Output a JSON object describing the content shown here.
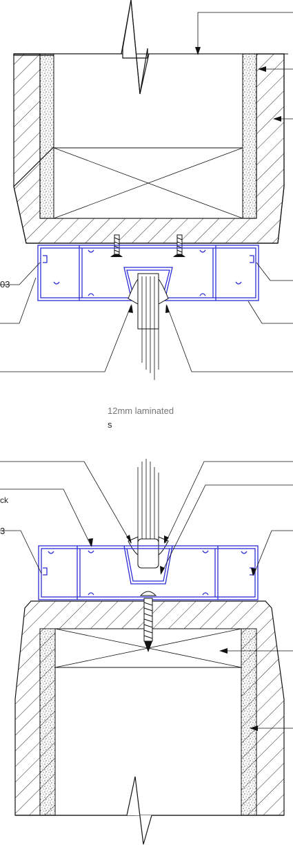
{
  "labels": {
    "callout_a": "03",
    "callout_b": "3",
    "callout_c": "ck",
    "glass_note_line1": "12mm laminated",
    "glass_note_line2": "s"
  },
  "colors": {
    "line": "#111111",
    "profile": "#2b2bd6",
    "hatch": "#111111",
    "background": "#ffffff"
  },
  "icons": {
    "screw": "screw-icon",
    "arrowhead": "arrow-icon"
  }
}
